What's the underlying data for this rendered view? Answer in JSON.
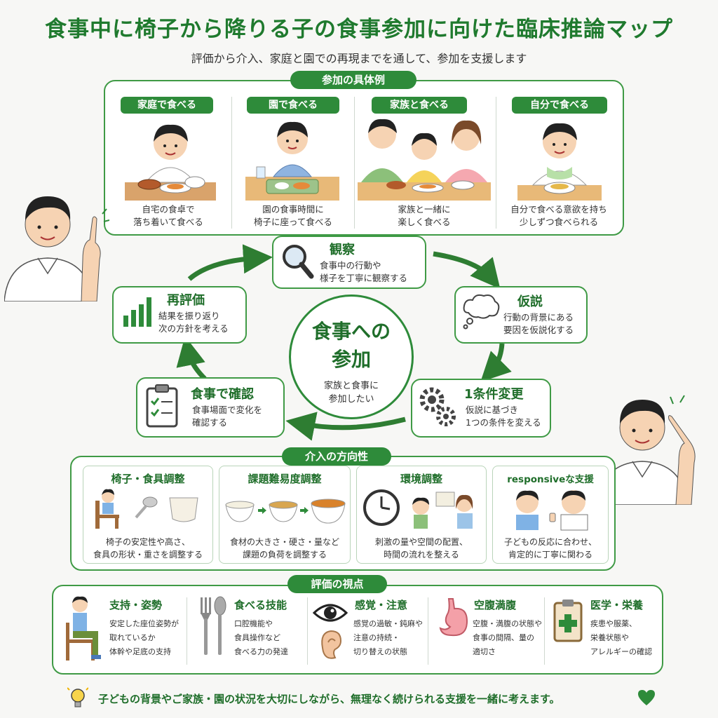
{
  "title": "食事中に椅子から降りる子の食事参加に向けた臨床推論マップ",
  "subtitle": "評価から介入、家庭と園での再現までを通して、参加を支援します",
  "examples": {
    "header": "参加の具体例",
    "cards": [
      {
        "title": "家庭で食べる",
        "line1": "自宅の食卓で",
        "line2": "落ち着いて食べる"
      },
      {
        "title": "園で食べる",
        "line1": "園の食事時間に",
        "line2": "椅子に座って食べる"
      },
      {
        "title": "家族と食べる",
        "line1": "家族と一緒に",
        "line2": "楽しく食べる"
      },
      {
        "title": "自分で食べる",
        "line1": "自分で食べる意欲を持ち",
        "line2": "少しずつ食べられる"
      }
    ]
  },
  "cycle": {
    "center_title1": "食事への",
    "center_title2": "参加",
    "center_desc1": "家族と食事に",
    "center_desc2": "参加したい",
    "observe": {
      "title": "観察",
      "line1": "食事中の行動や",
      "line2": "様子を丁寧に観察する"
    },
    "hypothesis": {
      "title": "仮説",
      "line1": "行動の背景にある",
      "line2": "要因を仮説化する"
    },
    "change": {
      "title": "1条件変更",
      "line1": "仮説に基づき",
      "line2": "1つの条件を変える"
    },
    "confirm": {
      "title": "食事で確認",
      "line1": "食事場面で変化を",
      "line2": "確認する"
    },
    "reeval": {
      "title": "再評価",
      "line1": "結果を振り返り",
      "line2": "次の方針を考える"
    }
  },
  "intervention": {
    "header": "介入の方向性",
    "items": [
      {
        "title": "椅子・食具調整",
        "line1": "椅子の安定性や高さ、",
        "line2": "食具の形状・重さを調整する"
      },
      {
        "title": "課題難易度調整",
        "line1": "食材の大きさ・硬さ・量など",
        "line2": "課題の負荷を調整する"
      },
      {
        "title": "環境調整",
        "line1": "刺激の量や空間の配置、",
        "line2": "時間の流れを整える"
      },
      {
        "title": "responsiveな支援",
        "line1": "子どもの反応に合わせ、",
        "line2": "肯定的に丁寧に関わる"
      }
    ]
  },
  "evaluation": {
    "header": "評価の視点",
    "items": [
      {
        "title": "支持・姿勢",
        "lines": [
          "安定した座位姿勢が",
          "取れているか",
          "体幹や足底の支持"
        ]
      },
      {
        "title": "食べる技能",
        "lines": [
          "口腔機能や",
          "食具操作など",
          "食べる力の発達"
        ]
      },
      {
        "title": "感覚・注意",
        "lines": [
          "感覚の過敏・鈍麻や",
          "注意の持続・",
          "切り替えの状態"
        ]
      },
      {
        "title": "空腹満腹",
        "lines": [
          "空腹・満腹の状態や",
          "食事の間隔、量の",
          "適切さ"
        ]
      },
      {
        "title": "医学・栄養",
        "lines": [
          "疾患や服薬、",
          "栄養状態や",
          "アレルギーの確認"
        ]
      }
    ]
  },
  "footer": "子どもの背景やご家族・園の状況を大切にしながら、無理なく続けられる支援を一緒に考えます。",
  "colors": {
    "accent": "#2e8b3a",
    "border": "#3f9a45",
    "title": "#1f7a2e"
  }
}
